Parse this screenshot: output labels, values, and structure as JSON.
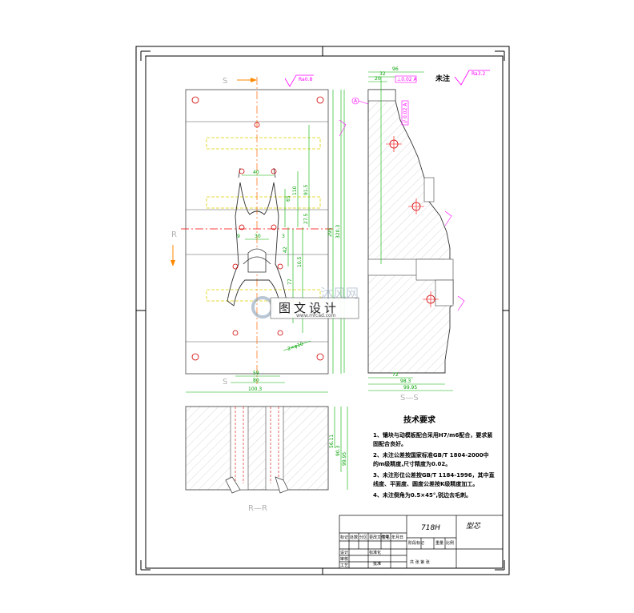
{
  "labels": {
    "section_s_top": "S",
    "section_s_bottom": "S",
    "section_r_left": "R",
    "section_r_bottom": "R—R",
    "section_s_side": "S—S",
    "finish_note": "未注",
    "roughness_main": "Ra3.2",
    "roughness_top": "Ra0.8"
  },
  "technical_requirements": {
    "title": "技术要求",
    "items": [
      "1、镶块与动模板配合采用H7/m6配合，要求紧",
      "   固配合良好。",
      "2、未注公差按国家标准GB/T 1804-2000中",
      "   的m级精度,尺寸精度为0.02。",
      "3、未注形位公差按GB/T 1184-1996，其中直",
      "   线度、平面度、圆度公差按K级精度加工。",
      "4、未注倒角为0.5×45°,锐边去毛刺。"
    ]
  },
  "dimensions_front": {
    "d40": "40",
    "d30": "30",
    "d59": "59",
    "d80": "80",
    "d100": "100.3",
    "d65": "65",
    "d91": "91.5",
    "d110": "110",
    "d27": "27.5",
    "d42": "42",
    "d10": "10.5",
    "d77": "77",
    "d295": "295",
    "d320": "320.3",
    "d2d5": "2×φ10",
    "d9": "9",
    "d3": "3"
  },
  "dimensions_side": {
    "d96": "96",
    "d32": "32",
    "d20": "20",
    "d72": "72",
    "d98": "98.3",
    "d99": "99.95",
    "tol": "⊥0.02 A",
    "tol2": "// 0.02 A",
    "datum": "A"
  },
  "dimensions_bottom": {
    "d56": "56.11",
    "d90": "90.3",
    "d99": "99.95"
  },
  "title_block": {
    "material": "718H",
    "part_name": "型芯",
    "row_labels": [
      "标记",
      "处数",
      "分区",
      "更改文件号",
      "签名",
      "年月日"
    ],
    "row2": [
      "设计",
      "",
      "标准化",
      ""
    ],
    "row3": [
      "审核",
      ""
    ],
    "row4": [
      "工艺",
      "",
      "批准",
      ""
    ],
    "stage": "阶段标记",
    "weight": "重量",
    "scale": "比例",
    "sheet": "共  张 第  张"
  },
  "watermark": {
    "text": "图文设计",
    "url": "www.mfcad.com",
    "brand": "沐风网"
  }
}
